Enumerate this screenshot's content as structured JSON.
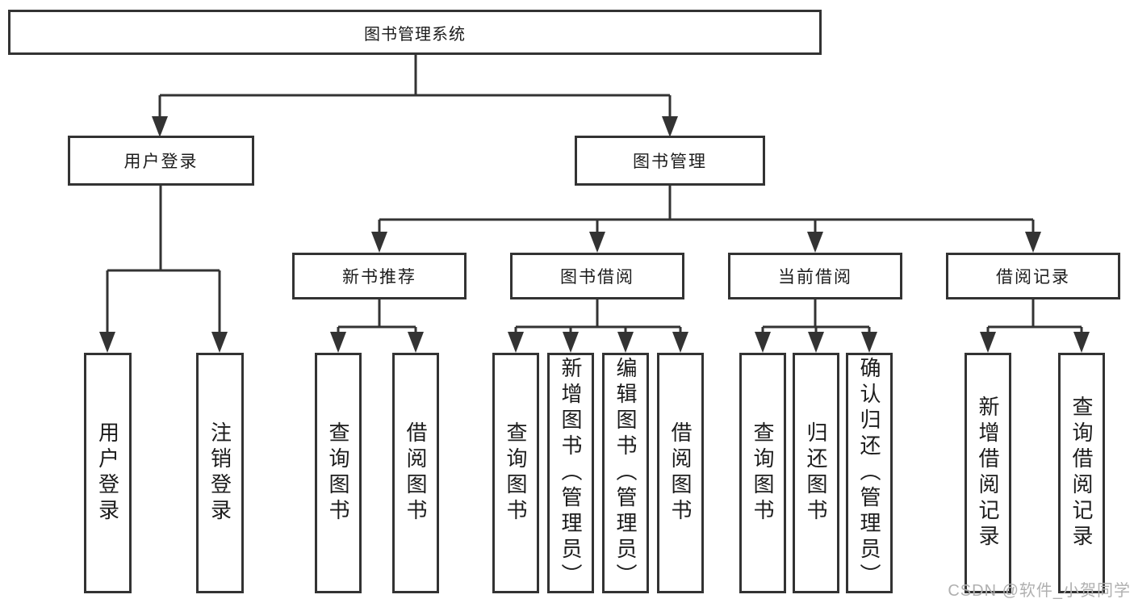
{
  "diagram": {
    "root": {
      "label": "图书管理系统"
    },
    "level2": [
      {
        "id": "user-login",
        "label": "用户登录"
      },
      {
        "id": "book-management",
        "label": "图书管理"
      }
    ],
    "level3": [
      {
        "id": "new-book-recommendation",
        "label": "新书推荐"
      },
      {
        "id": "book-borrowing",
        "label": "图书借阅"
      },
      {
        "id": "current-borrowing",
        "label": "当前借阅"
      },
      {
        "id": "borrowing-records",
        "label": "借阅记录"
      }
    ],
    "leaves": [
      {
        "parent": "user-login",
        "label": "用户登录"
      },
      {
        "parent": "user-login",
        "label": "注销登录"
      },
      {
        "parent": "new-book-recommendation",
        "label": "查询图书"
      },
      {
        "parent": "new-book-recommendation",
        "label": "借阅图书"
      },
      {
        "parent": "book-borrowing",
        "label": "查询图书"
      },
      {
        "parent": "book-borrowing",
        "label": "新增图书（管理员）"
      },
      {
        "parent": "book-borrowing",
        "label": "编辑图书（管理员）"
      },
      {
        "parent": "book-borrowing",
        "label": "借阅图书"
      },
      {
        "parent": "current-borrowing",
        "label": "查询图书"
      },
      {
        "parent": "current-borrowing",
        "label": "归还图书"
      },
      {
        "parent": "current-borrowing",
        "label": "确认归还（管理员）"
      },
      {
        "parent": "borrowing-records",
        "label": "新增借阅记录"
      },
      {
        "parent": "borrowing-records",
        "label": "查询借阅记录"
      }
    ],
    "watermark": "CSDN @软件_小贺同学",
    "colors": {
      "line": "#333333",
      "box_border": "#333333",
      "text": "#1c1c1c",
      "watermark": "#b0b0b0",
      "background": "#ffffff"
    }
  }
}
